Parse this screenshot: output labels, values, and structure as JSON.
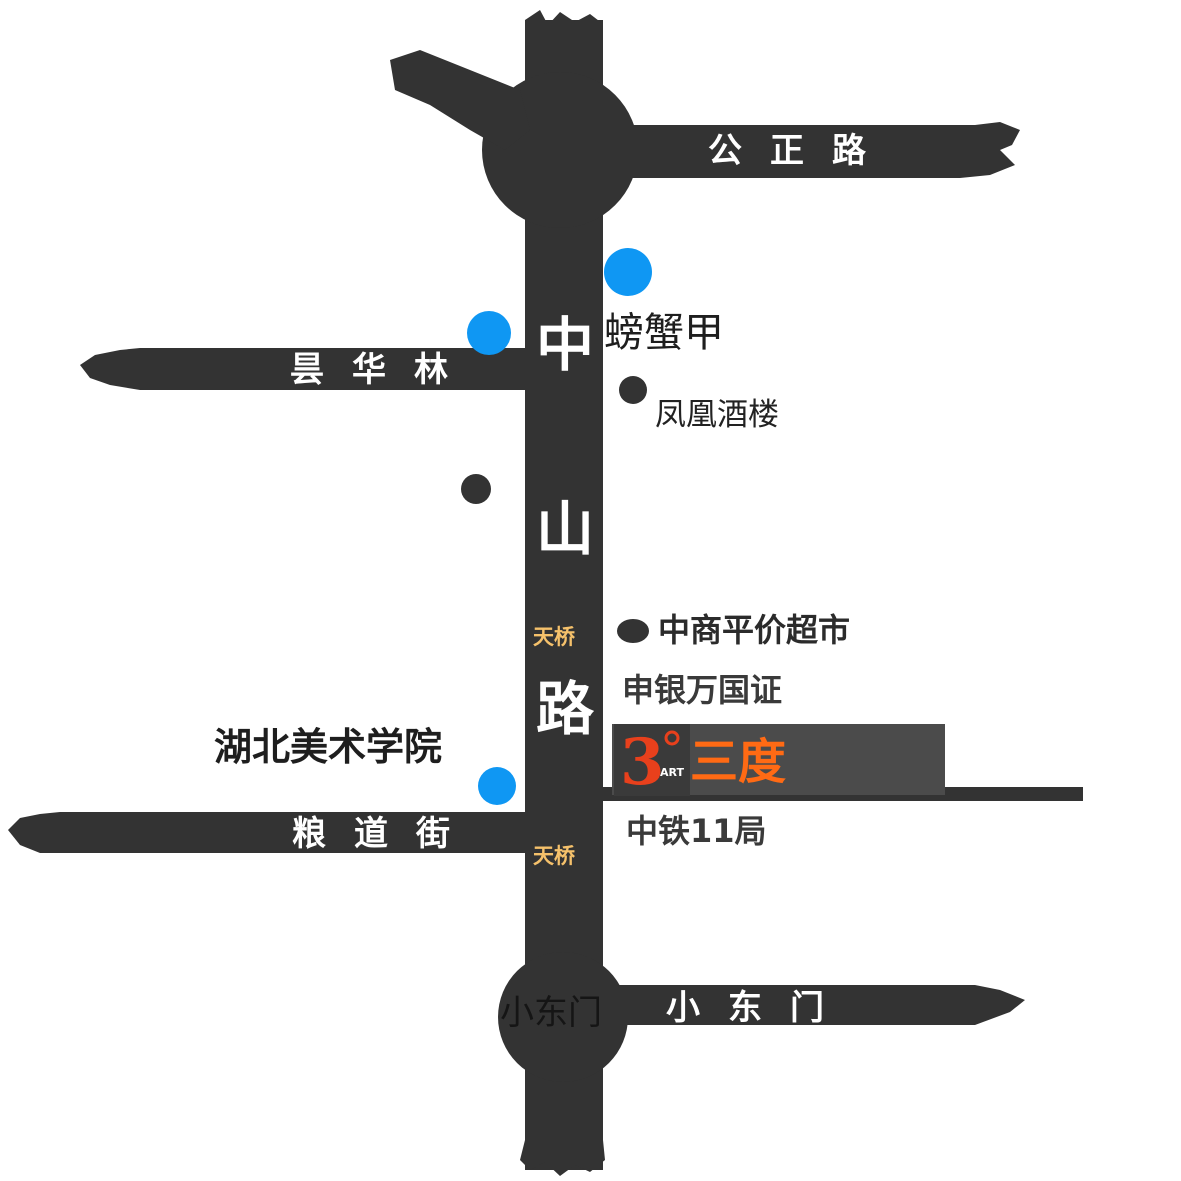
{
  "roads": {
    "vertical_main": [
      "中",
      "山",
      "路"
    ],
    "gongzheng": "公正路",
    "minghualin": "昙华林",
    "liangdao": "粮道街",
    "xiaodongmen": "小东门"
  },
  "bridges": {
    "upper": "天桥",
    "lower": "天桥"
  },
  "pois": {
    "pangxiejia": "螃蟹甲",
    "fenghuang": "凤凰酒楼",
    "zhongshang": "中商平价超市",
    "shenyin": "申银万国证",
    "hubei_art": "湖北美术学院",
    "sandu": "三度",
    "sandu_logo_small": "ART",
    "sandu_logo_big": "3",
    "zhongtie": "中铁11局",
    "circle_label": "小东门"
  },
  "colors": {
    "road": "#333333",
    "marker_blue": "#0f97f3",
    "brand_orange": "#ff6a14",
    "bridge_text": "#f5c16b"
  },
  "icons": [
    "blue-dot-icon",
    "ink-dot-icon",
    "sandu-logo-icon"
  ]
}
